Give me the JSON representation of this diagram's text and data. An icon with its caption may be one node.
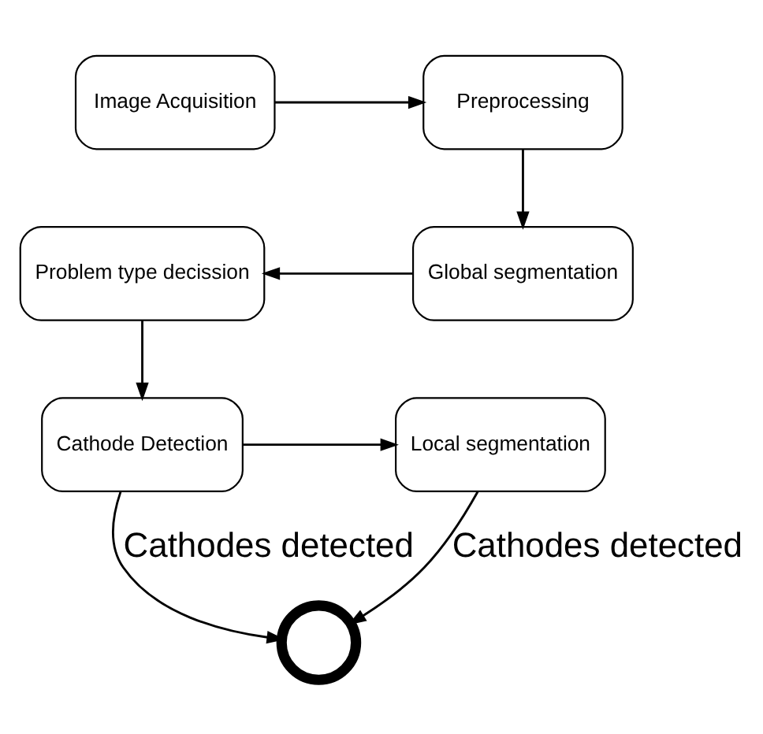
{
  "diagram": {
    "nodes": [
      {
        "text": [
          "Image Acquisition"
        ]
      },
      {
        "text": [
          "Preprocessing"
        ]
      },
      {
        "text": [
          "Global segmentation"
        ]
      },
      {
        "text": [
          "Problem type decission"
        ]
      },
      {
        "text": [
          "Cathode Detection"
        ]
      },
      {
        "text": [
          "Local segmentation"
        ]
      },
      {
        "text": [],
        "shape": "circle"
      }
    ],
    "edges": [
      {
        "from": 0,
        "to": 1,
        "arrow": "to"
      },
      {
        "from": 1,
        "to": 2,
        "arrow": "to"
      },
      {
        "from": 2,
        "to": 3,
        "arrow": "to"
      },
      {
        "from": 3,
        "to": 4,
        "arrow": "to"
      },
      {
        "from": 4,
        "to": 5,
        "arrow": "to"
      },
      {
        "from": 4,
        "to": 6,
        "arrow": "to",
        "label": "Cathodes detected"
      },
      {
        "from": 5,
        "to": 6,
        "arrow": "to",
        "label": "Cathodes detected"
      }
    ]
  }
}
